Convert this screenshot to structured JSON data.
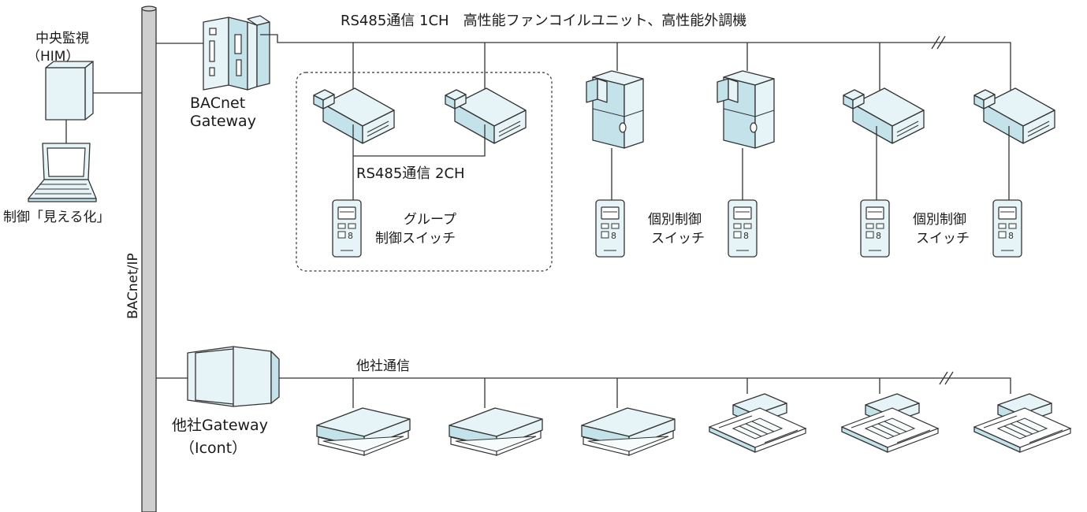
{
  "labels": {
    "central_monitor": "中央監視",
    "central_monitor_sub": "（HIM）",
    "visualization": "制御「見える化」",
    "bus": "BACnet/IP",
    "bacnet_gateway_1": "BACnet",
    "bacnet_gateway_2": "Gateway",
    "rs485_1ch": "RS485通信 1CH　高性能ファンコイルユニット、高性能外調機",
    "rs485_2ch": "RS485通信 2CH",
    "group_switch_1": "グループ",
    "group_switch_2": "制御スイッチ",
    "individual_switch_a_1": "個別制御",
    "individual_switch_a_2": "スイッチ",
    "individual_switch_b_1": "個別制御",
    "individual_switch_b_2": "スイッチ",
    "other_comm": "他社通信",
    "other_gateway_1": "他社Gateway",
    "other_gateway_2": "（Icont）"
  },
  "colors": {
    "device_fill": "#e6f4f8",
    "device_shade": "#c3e2ea",
    "bus_fill": "#cfcfcf",
    "line": "#333333"
  },
  "icons": {
    "ceiling_duct_unit": "ceiling-concealed-duct-fcu-icon",
    "floor_unit": "floor-standing-ahu-icon",
    "wall_switch": "wall-remote-controller-icon",
    "panel_unit": "ceiling-panel-unit-icon",
    "cassette_unit": "4-way-cassette-unit-icon"
  }
}
